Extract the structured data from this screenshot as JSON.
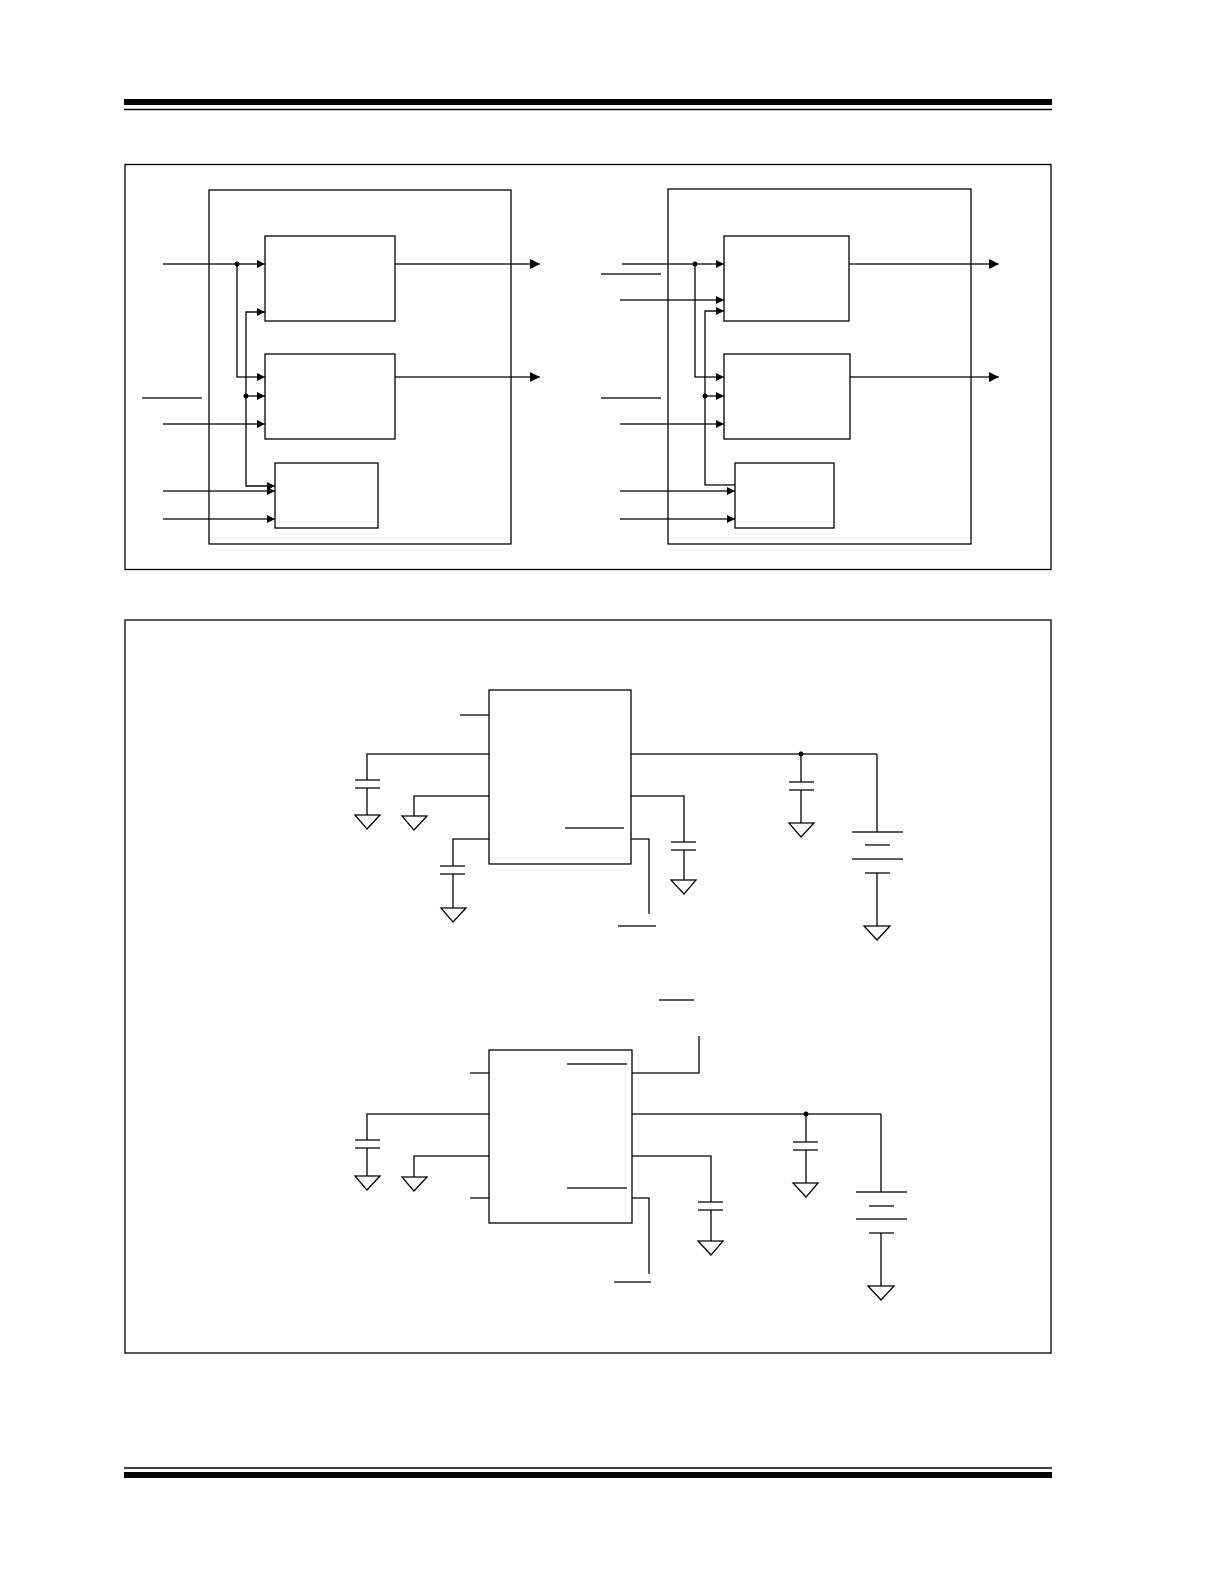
{
  "page": {
    "background": "#ffffff",
    "line_color": "#000000"
  },
  "figures": [
    {
      "id": "block-diagrams",
      "panels": [
        {
          "id": "left-block-diagram",
          "labels": []
        },
        {
          "id": "right-block-diagram",
          "labels": []
        }
      ]
    },
    {
      "id": "application-circuits",
      "circuits": [
        {
          "id": "upper-circuit",
          "labels": []
        },
        {
          "id": "lower-circuit",
          "labels": []
        }
      ]
    }
  ]
}
